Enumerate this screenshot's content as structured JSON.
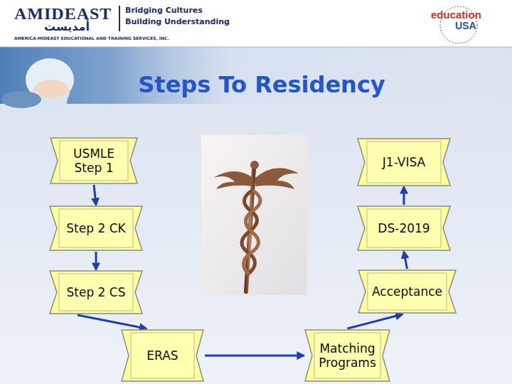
{
  "diagram": {
    "title": "Steps To Residency",
    "nodes": [
      {
        "text": [
          "USMLE Step 1"
        ]
      },
      {
        "text": [
          "Step 2 CK"
        ]
      },
      {
        "text": [
          "Step 2 CS"
        ]
      },
      {
        "text": [
          "ERAS"
        ]
      },
      {
        "text": [
          "Matching Programs"
        ]
      },
      {
        "text": [
          "Acceptance"
        ]
      },
      {
        "text": [
          "DS-2019"
        ]
      },
      {
        "text": [
          "J1-VISA"
        ]
      }
    ],
    "edges": [
      {
        "from": 0,
        "to": 1,
        "arrow": "to"
      },
      {
        "from": 1,
        "to": 2,
        "arrow": "to"
      },
      {
        "from": 2,
        "to": 3,
        "arrow": "to"
      },
      {
        "from": 3,
        "to": 4,
        "arrow": "to"
      },
      {
        "from": 4,
        "to": 5,
        "arrow": "to"
      },
      {
        "from": 5,
        "to": 6,
        "arrow": "to"
      },
      {
        "from": 6,
        "to": 7,
        "arrow": "to"
      }
    ],
    "labels": [
      "AMIDEAST",
      "Bridging Cultures",
      "Building Understanding",
      "AMERICA-MIDEAST EDUCATIONAL AND TRAINING SERVICES, INC.",
      "أمديست",
      "education",
      "USA"
    ]
  }
}
